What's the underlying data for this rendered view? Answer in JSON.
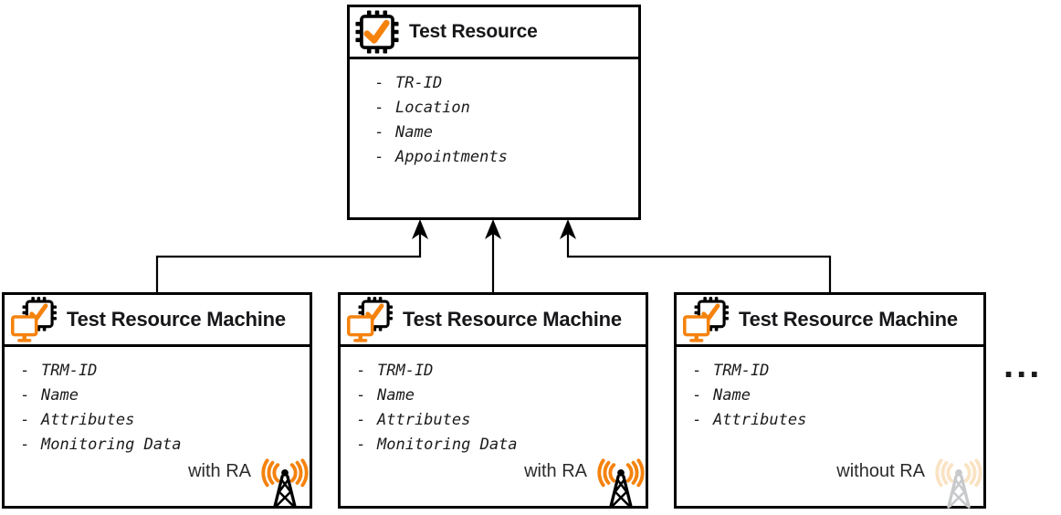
{
  "diagram": {
    "parent": {
      "title": "Test Resource",
      "attributes": [
        "TR-ID",
        "Location",
        "Name",
        "Appointments"
      ]
    },
    "machines": [
      {
        "title": "Test Resource Machine",
        "attributes": [
          "TRM-ID",
          "Name",
          "Attributes",
          "Monitoring Data"
        ],
        "ra_label": "with RA",
        "ra_active": true
      },
      {
        "title": "Test Resource Machine",
        "attributes": [
          "TRM-ID",
          "Name",
          "Attributes",
          "Monitoring Data"
        ],
        "ra_label": "with RA",
        "ra_active": true
      },
      {
        "title": "Test Resource Machine",
        "attributes": [
          "TRM-ID",
          "Name",
          "Attributes"
        ],
        "ra_label": "without RA",
        "ra_active": false
      }
    ],
    "ellipsis": "...",
    "colors": {
      "accent": "#F5820D",
      "line": "#000000",
      "faded_wave": "#FAE3C4",
      "faded_tower": "#C7C9CB"
    },
    "icons": {
      "parent": "chip-check-icon",
      "machine": "chip-monitor-icon",
      "ra": "antenna-icon"
    }
  }
}
